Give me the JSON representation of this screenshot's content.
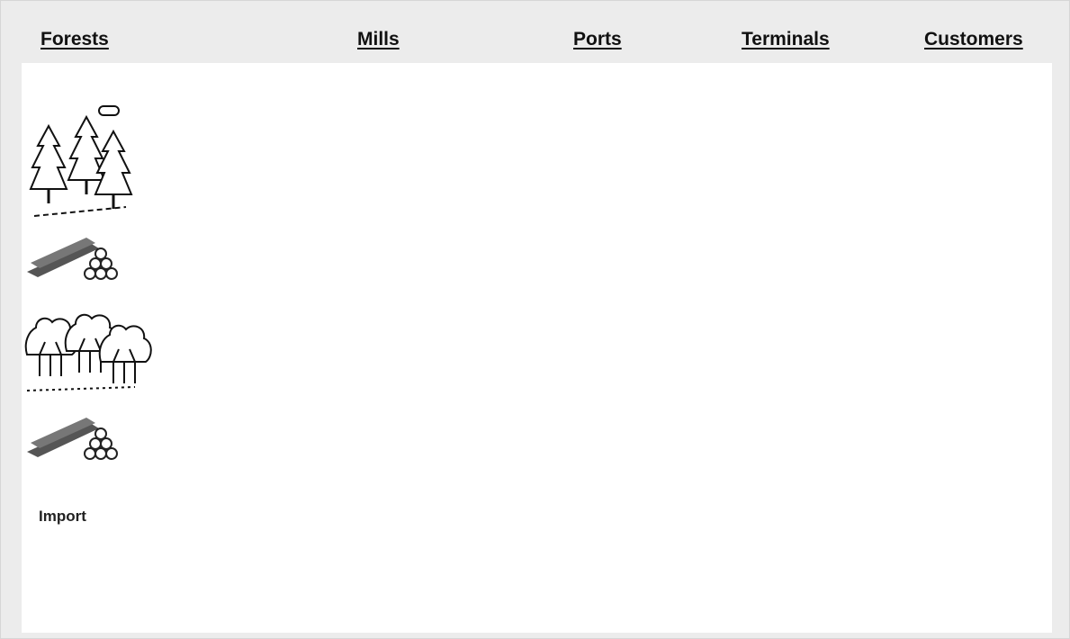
{
  "headers": {
    "forests": "Forests",
    "mills": "Mills",
    "ports": "Ports",
    "terminals": "Terminals",
    "customers": "Customers"
  },
  "labels": {
    "import": "Import"
  },
  "colors": {
    "background": "#ececec",
    "canvas": "#ffffff",
    "node_fill": "#808080",
    "paper_roll": "#b5b5b5",
    "ink": "#000000"
  },
  "icons": [
    "forest-icon",
    "log-pile-icon",
    "log-truck-icon",
    "factory-icon",
    "ship-icon",
    "port-icon",
    "terminal-icon",
    "tanker-truck-icon",
    "train-icon",
    "customer-icon",
    "paper-roll-icon"
  ]
}
